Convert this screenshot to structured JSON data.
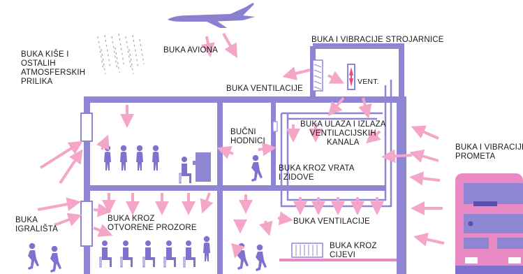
{
  "labels": {
    "rain": "BUKA KIŠE I\nOSTALIH\nATMOSFERSKIH\nPRILIKA",
    "aircraft": "BUKA AVIONA",
    "machine_room": "BUKA I VIBRACIJE STROJARNICE",
    "fan": "VENT.",
    "ventilation_top": "BUKA VENTILACIJE",
    "duct_inlet_outlet": "BUKA ULAZA I IZLAZA\nVENTILACIJSKIH\nKANALA",
    "noisy_corridors": "BUČNI\nHODNICI",
    "doors_walls": "BUKA KROZ VRATA\nI ZIDOVE",
    "traffic": "BUKA I VIBRACIJE\nPROMETA",
    "playground": "BUKA\nIGRALIŠTA",
    "open_windows": "BUKA KROZ\nOTVORENE PROZORE",
    "ventilation_bottom": "BUKA VENTILACIJE",
    "pipes": "BUKA KROZ\nCIJEVI"
  },
  "colors": {
    "building": "#8f86d3",
    "arrow": "#f3a6c8",
    "bus": "#e98ac4",
    "people": "#7f72cf",
    "aircraft": "#8a80d0"
  }
}
